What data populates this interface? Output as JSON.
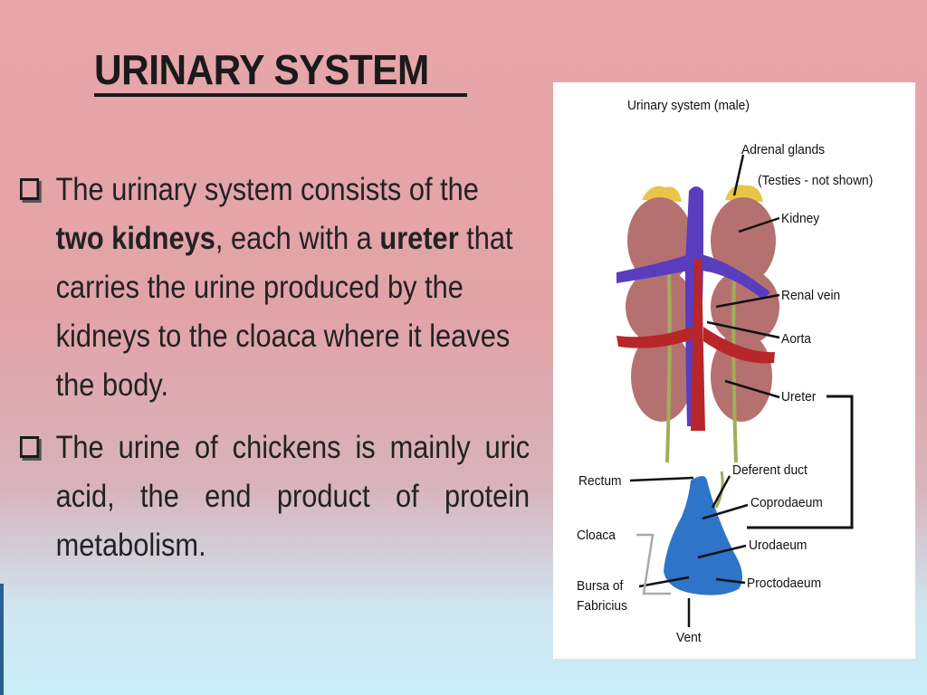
{
  "slide": {
    "title": "URINARY SYSTEM",
    "bullets": [
      {
        "parts": [
          {
            "text": "The urinary system consists of the ",
            "bold": false
          },
          {
            "text": "two kidneys",
            "bold": true
          },
          {
            "text": ", each with a ",
            "bold": false
          },
          {
            "text": "ureter",
            "bold": true
          },
          {
            "text": " that carries the urine produced by the kidneys to the cloaca where it leaves the body.",
            "bold": false
          }
        ]
      },
      {
        "parts": [
          {
            "text": "The urine of chickens is mainly uric acid, the end product of protein metabolism.",
            "bold": false
          }
        ]
      }
    ]
  },
  "diagram": {
    "heading": "Urinary system (male)",
    "labels": {
      "adrenal": "Adrenal glands",
      "testies": "(Testies - not shown)",
      "kidney": "Kidney",
      "renal_vein": "Renal vein",
      "aorta": "Aorta",
      "ureter": "Ureter",
      "rectum": "Rectum",
      "deferent": "Deferent duct",
      "coprodaeum": "Coprodaeum",
      "cloaca": "Cloaca",
      "urodaeum": "Urodaeum",
      "bursa_1": "Bursa of",
      "bursa_2": "Fabricius",
      "proctodaeum": "Proctodaeum",
      "vent": "Vent"
    },
    "colors": {
      "kidney": "#b5716f",
      "adrenal": "#e8c54a",
      "vein": "#5a3dbf",
      "artery": "#b8262a",
      "cloaca": "#2e74c9",
      "ureter": "#9fae5a"
    }
  }
}
